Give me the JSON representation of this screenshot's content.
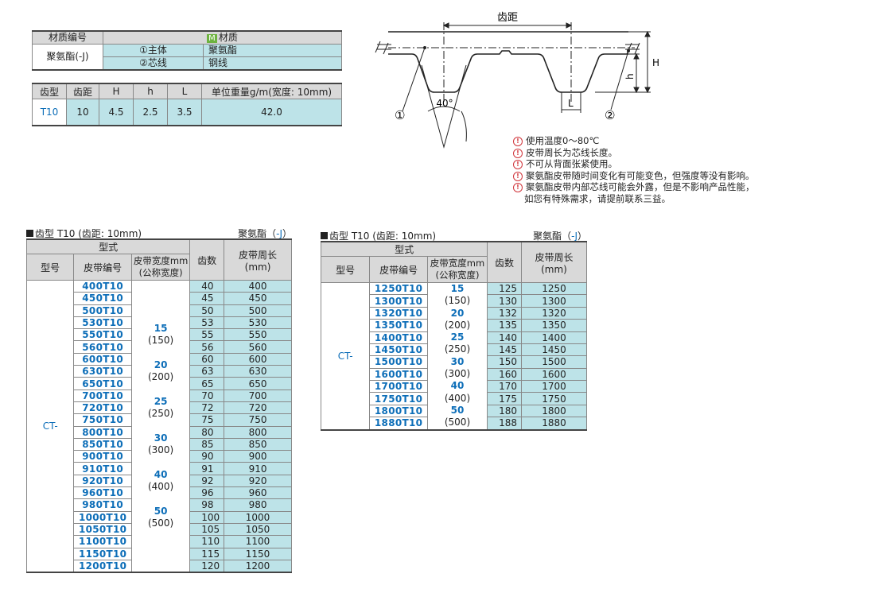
{
  "material_table": {
    "header_left": "材质编号",
    "header_right_badge": "M",
    "header_right": "材质",
    "row_label": "聚氨酯(-J)",
    "rows": [
      {
        "part": "①主体",
        "material": "聚氨酯"
      },
      {
        "part": "②芯线",
        "material": "钢线"
      }
    ]
  },
  "spec_table": {
    "headers": [
      "齿型",
      "齿距",
      "H",
      "h",
      "L",
      "单位重量g/m(宽度: 10mm)"
    ],
    "row": [
      "T10",
      "10",
      "4.5",
      "2.5",
      "3.5",
      "42.0"
    ]
  },
  "diagram": {
    "pitch_label": "齿距",
    "angle_label": "40°",
    "H": "H",
    "h": "h",
    "L": "L",
    "callout1": "①",
    "callout2": "②"
  },
  "notes": [
    "使用温度0～80℃",
    "皮带周长为芯线长度。",
    "不可从背面张紧使用。",
    "聚氨酯皮带随时间变化有可能变色，但强度等没有影响。",
    "聚氨酯皮带内部芯线可能会外露，但是不影响产品性能，",
    "如您有特殊需求，请提前联系三益。"
  ],
  "list_common": {
    "title": "齿型 T10 (齿距: 10mm)",
    "material_prefix": "聚氨酯（",
    "material_code": "-J",
    "material_suffix": "）",
    "h_type": "型式",
    "h_model": "型号",
    "h_code": "皮带编号",
    "h_width": "皮带宽度mm",
    "h_width_sub": "(公称宽度)",
    "h_teeth": "齿数",
    "h_len": "皮带周长",
    "h_len_sub": "(mm)",
    "model": "CT-"
  },
  "list1": {
    "widths": [
      {
        "w": "15",
        "n": "(150)"
      },
      {
        "w": "20",
        "n": "(200)"
      },
      {
        "w": "25",
        "n": "(250)"
      },
      {
        "w": "30",
        "n": "(300)"
      },
      {
        "w": "40",
        "n": "(400)"
      },
      {
        "w": "50",
        "n": "(500)"
      }
    ],
    "rows": [
      [
        "400T10",
        "40",
        "400"
      ],
      [
        "450T10",
        "45",
        "450"
      ],
      [
        "500T10",
        "50",
        "500"
      ],
      [
        "530T10",
        "53",
        "530"
      ],
      [
        "550T10",
        "55",
        "550"
      ],
      [
        "560T10",
        "56",
        "560"
      ],
      [
        "600T10",
        "60",
        "600"
      ],
      [
        "630T10",
        "63",
        "630"
      ],
      [
        "650T10",
        "65",
        "650"
      ],
      [
        "700T10",
        "70",
        "700"
      ],
      [
        "720T10",
        "72",
        "720"
      ],
      [
        "750T10",
        "75",
        "750"
      ],
      [
        "800T10",
        "80",
        "800"
      ],
      [
        "850T10",
        "85",
        "850"
      ],
      [
        "900T10",
        "90",
        "900"
      ],
      [
        "910T10",
        "91",
        "910"
      ],
      [
        "920T10",
        "92",
        "920"
      ],
      [
        "960T10",
        "96",
        "960"
      ],
      [
        "980T10",
        "98",
        "980"
      ],
      [
        "1000T10",
        "100",
        "1000"
      ],
      [
        "1050T10",
        "105",
        "1050"
      ],
      [
        "1100T10",
        "110",
        "1100"
      ],
      [
        "1150T10",
        "115",
        "1150"
      ],
      [
        "1200T10",
        "120",
        "1200"
      ]
    ]
  },
  "list2": {
    "widths": [
      {
        "w": "15",
        "n": "(150)"
      },
      {
        "w": "20",
        "n": "(200)"
      },
      {
        "w": "25",
        "n": "(250)"
      },
      {
        "w": "30",
        "n": "(300)"
      },
      {
        "w": "40",
        "n": "(400)"
      },
      {
        "w": "50",
        "n": "(500)"
      }
    ],
    "rows": [
      [
        "1250T10",
        "125",
        "1250"
      ],
      [
        "1300T10",
        "130",
        "1300"
      ],
      [
        "1320T10",
        "132",
        "1320"
      ],
      [
        "1350T10",
        "135",
        "1350"
      ],
      [
        "1400T10",
        "140",
        "1400"
      ],
      [
        "1450T10",
        "145",
        "1450"
      ],
      [
        "1500T10",
        "150",
        "1500"
      ],
      [
        "1600T10",
        "160",
        "1600"
      ],
      [
        "1700T10",
        "170",
        "1700"
      ],
      [
        "1750T10",
        "175",
        "1750"
      ],
      [
        "1800T10",
        "180",
        "1800"
      ],
      [
        "1880T10",
        "188",
        "1880"
      ]
    ]
  }
}
